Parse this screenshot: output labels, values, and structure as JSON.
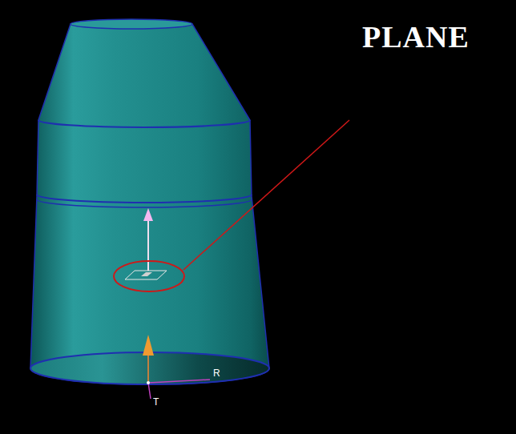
{
  "diagram": {
    "labels": [
      "PLANE",
      "R",
      "T"
    ]
  }
}
